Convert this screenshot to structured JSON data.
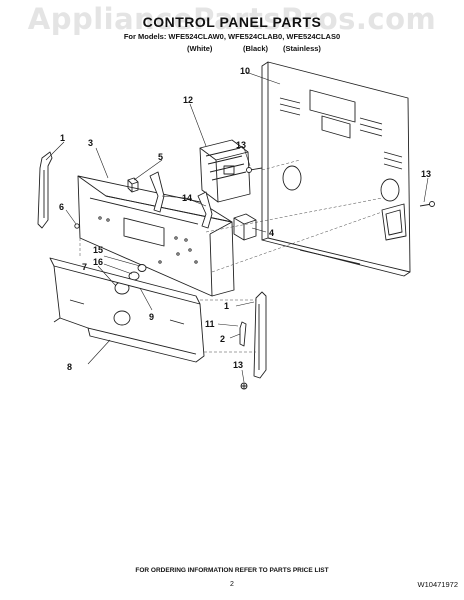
{
  "watermark": "AppliancePartsPros.com",
  "title": "CONTROL PANEL PARTS",
  "models_line": "For Models: WFE524CLAW0, WFE524CLAB0, WFE524CLAS0",
  "variants": [
    "(White)",
    "(Black)",
    "(Stainless)"
  ],
  "callouts": {
    "c1a": "1",
    "c1b": "1",
    "c2": "2",
    "c3": "3",
    "c4": "4",
    "c5": "5",
    "c6": "6",
    "c7": "7",
    "c8": "8",
    "c9": "9",
    "c10": "10",
    "c11": "11",
    "c12": "12",
    "c13a": "13",
    "c13b": "13",
    "c13c": "13",
    "c14": "14",
    "c15": "15",
    "c16": "16"
  },
  "footer_note": "FOR ORDERING INFORMATION REFER TO PARTS PRICE LIST",
  "page_number": "2",
  "document_number": "W10471972"
}
